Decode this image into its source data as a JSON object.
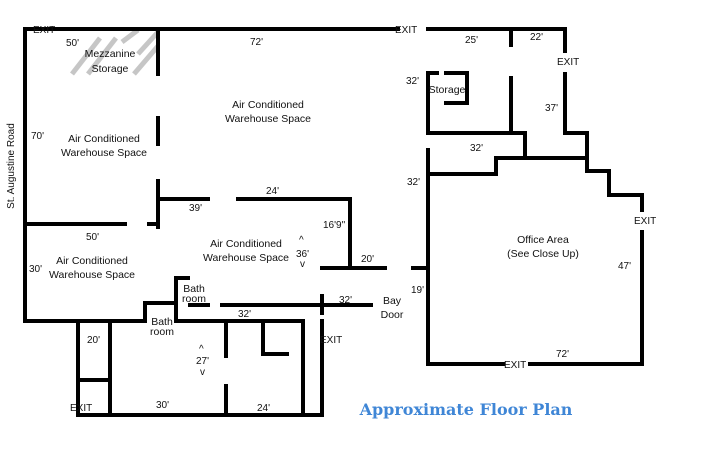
{
  "title": "Approximate Floor Plan",
  "street": "St. Augustine Road",
  "rooms": {
    "mezzanine": [
      "Mezzanine",
      "Storage"
    ],
    "ac_upper": [
      "Air Conditioned",
      "Warehouse Space"
    ],
    "ac_left": [
      "Air Conditioned",
      "Warehouse Space"
    ],
    "ac_lower_left": [
      "Air Conditioned",
      "Warehouse Space"
    ],
    "ac_center": [
      "Air Conditioned",
      "Warehouse Space"
    ],
    "storage": "Storage",
    "office": [
      "Office Area",
      "(See Close Up)"
    ],
    "bath_1": [
      "Bath",
      "room"
    ],
    "bath_2": [
      "Bath",
      "room"
    ],
    "bay_door": [
      "Bay",
      "Door"
    ]
  },
  "exits": {
    "top_left": "EXIT",
    "top_mid": "EXIT",
    "right_upper": "EXIT",
    "right_office": "EXIT",
    "bottom_office": "EXIT",
    "center": "EXIT",
    "bottom_left": "EXIT"
  },
  "dims": {
    "d50_top": "50'",
    "d72_top": "72'",
    "d25": "25'",
    "d22": "22'",
    "d32_storage": "32'",
    "d37": "37'",
    "d70": "70'",
    "d32_mid": "32'",
    "d32_left": "32'",
    "d39": "39'",
    "d24_mid": "24'",
    "d50_left": "50'",
    "d16_9": "16'9\"",
    "d36": "36'",
    "d20_right": "20'",
    "d30": "30'",
    "d47": "47'",
    "d19": "19'",
    "d32_bay": "32'",
    "d32_bath": "32'",
    "d20_left": "20'",
    "d27": "27'",
    "d72_bottom": "72'",
    "d30_bottom": "30'",
    "d24_bottom": "24'"
  },
  "arrows": {
    "up": "^",
    "down": "v"
  }
}
